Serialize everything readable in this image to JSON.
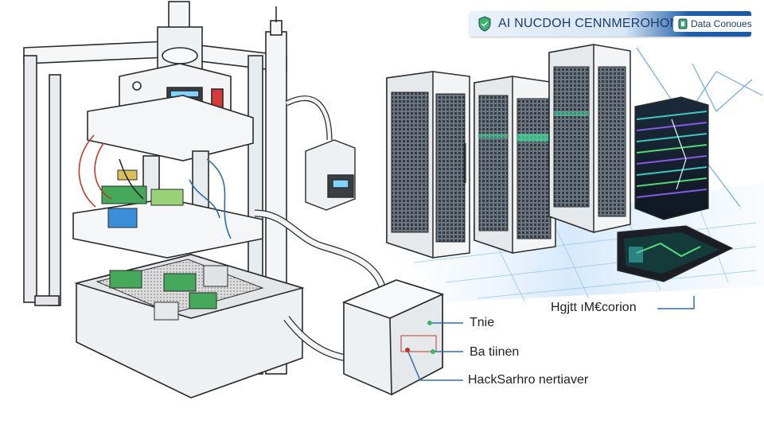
{
  "header": {
    "title": "AI NUCDOH CENNMEROHON",
    "badge": "Data Conoues",
    "accent": "#1d5aa2",
    "shield_icon": "shield-icon",
    "badge_icon": "document-icon"
  },
  "labels": {
    "high_connection": "Hgjtt ıM€corion",
    "tnie": "Tnie",
    "ba_tiinen": "Ba tiinen",
    "hackstack": "HackSarhro nertiaver"
  },
  "colors": {
    "line": "#2b2b2b",
    "steel": "#e9ecef",
    "rack_mesh": "#55606b",
    "green": "#39b36a",
    "callout": "#2f6fb5",
    "glow": "#3fd0c8"
  }
}
